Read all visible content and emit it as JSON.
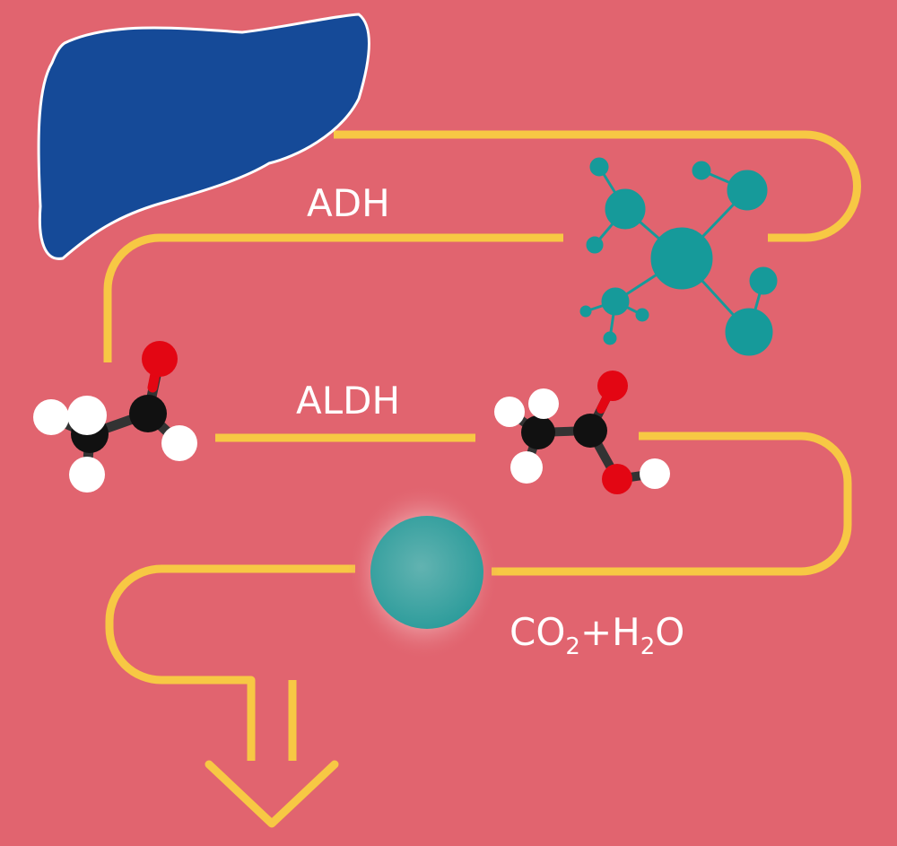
{
  "labels": {
    "enzyme_1": "ADH",
    "enzyme_2": "ALDH",
    "product": {
      "a": "CO",
      "a_sub": "2",
      "plus": "+H",
      "b_sub": "2",
      "c": "O"
    }
  },
  "colors": {
    "background": "#e1646f",
    "pathway": "#f7c844",
    "organ": "#154a98",
    "enzyme": "#169a9a",
    "carbon": "#111111",
    "oxygen": "#e30613",
    "hydrogen": "#ffffff"
  },
  "icons": {
    "organ": "liver-icon",
    "enzyme_molecule": "enzyme-molecule-icon",
    "intermediate": "acetaldehyde-molecule-icon",
    "acid": "acetic-acid-molecule-icon",
    "sphere": "glowing-sphere-icon",
    "arrow": "down-arrow-icon"
  }
}
